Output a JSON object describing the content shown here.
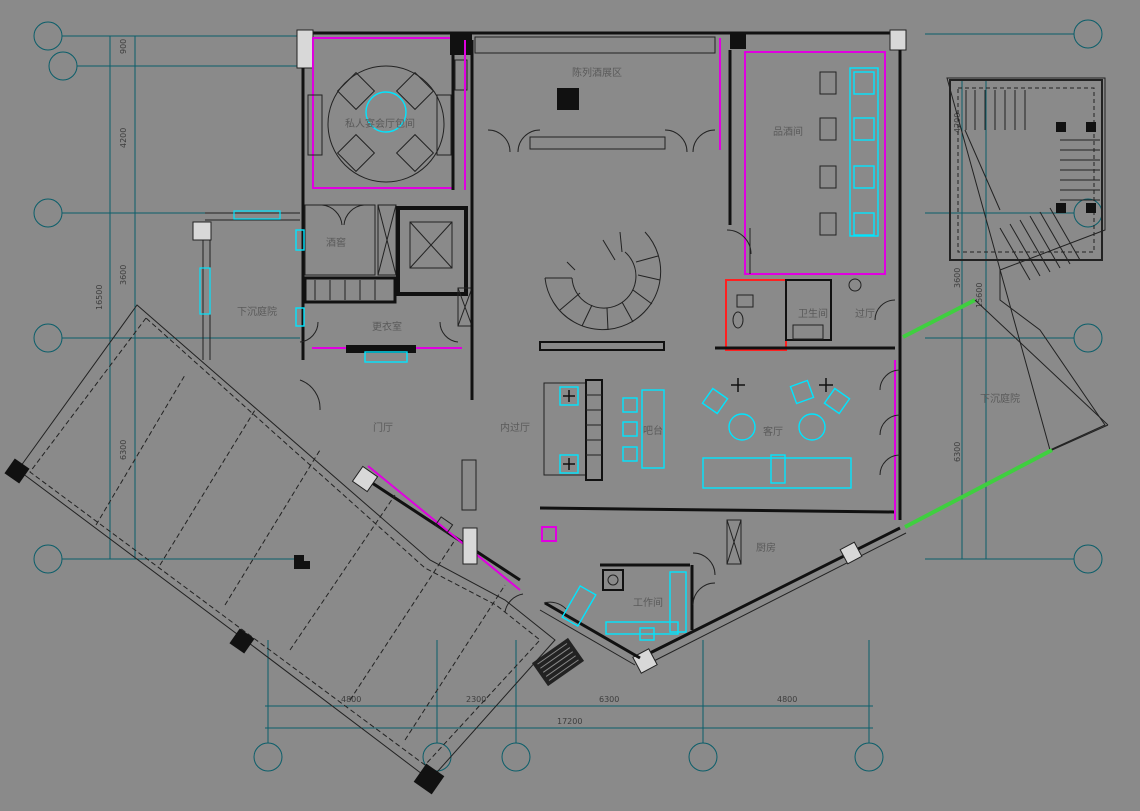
{
  "rooms": {
    "exhibition_hall": "陈列酒展区",
    "tasting_room": "品酒间",
    "wine_storage": "酒窖",
    "dressing_room": "更衣室",
    "sunken_garden_left": "下沉庭院",
    "sunken_garden_right": "下沉庭院",
    "toilet": "卫生间",
    "corridor": "过厅",
    "lobby": "门厅",
    "inner_hall": "内过厅",
    "bar": "吧台",
    "lounge": "客厅",
    "kitchen": "厨房",
    "workroom": "工作间",
    "private_dining": "私人宴会厅包间"
  },
  "dimensions": {
    "left_900": "900",
    "left_4200": "4200",
    "left_3600": "3600",
    "left_6300": "6300",
    "left_total": "16500",
    "right_4200": "4200",
    "right_3600": "3600",
    "right_total": "15600",
    "right_6300": "6300",
    "bottom_4800a": "4800",
    "bottom_2300": "2300",
    "bottom_6300": "6300",
    "bottom_4800b": "4800",
    "bottom_total": "17200"
  },
  "colors": {
    "background": "#8a8a8a",
    "wall": "#111111",
    "magenta": "#e000e0",
    "cyan": "#00e5ff",
    "green": "#3fcf3f",
    "grid": "#0b5e6a"
  }
}
